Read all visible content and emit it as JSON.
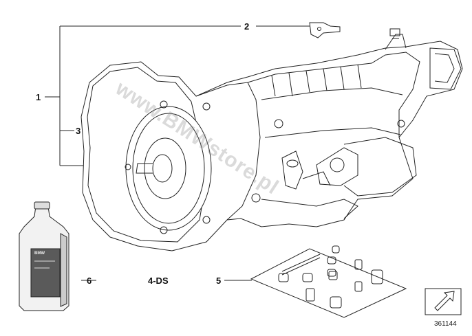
{
  "callouts": {
    "c1": "1",
    "c2": "2",
    "c3": "3",
    "c5": "5",
    "c6": "6"
  },
  "variant_label": "4-DS",
  "diagram_number": "361144",
  "watermark_text": "www.BMWstore.pl",
  "bottle_label": "BMW"
}
